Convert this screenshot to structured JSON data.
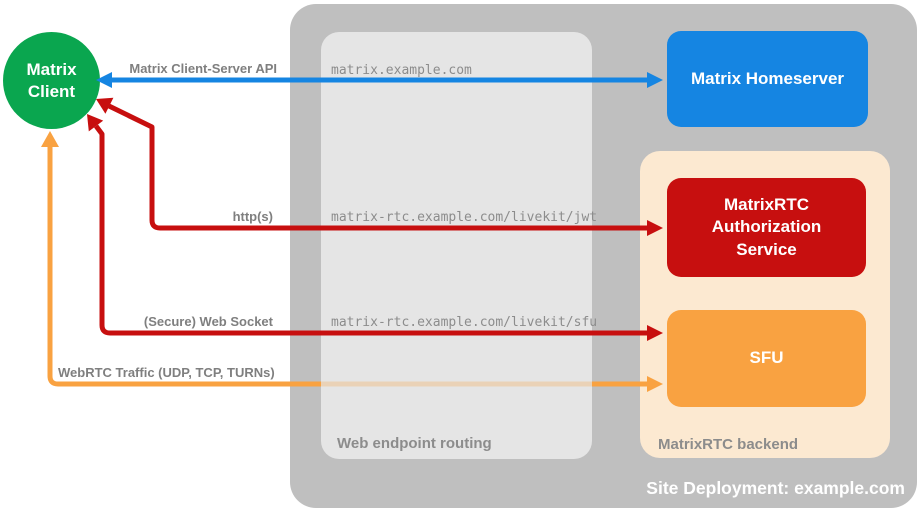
{
  "colors": {
    "blue": "#1585e2",
    "red": "#c70f0f",
    "orange": "#f9a241",
    "green": "#0aa64f",
    "outer_gray": "#bfbfbf",
    "routing_gray": "#e5e5e5",
    "backend_peach": "#fce9d1"
  },
  "client": {
    "line1": "Matrix",
    "line2": "Client"
  },
  "nodes": {
    "homeserver": "Matrix Homeserver",
    "auth_service": "MatrixRTC Authorization Service",
    "sfu": "SFU"
  },
  "groups": {
    "deployment": "Site Deployment: example.com",
    "routing": "Web endpoint routing",
    "backend": "MatrixRTC backend"
  },
  "endpoints": {
    "homeserver": "matrix.example.com",
    "jwt": "matrix-rtc.example.com/livekit/jwt",
    "sfu": "matrix-rtc.example.com/livekit/sfu"
  },
  "edge_labels": {
    "cs_api": "Matrix Client-Server API",
    "https": "http(s)",
    "websocket": "(Secure) Web Socket",
    "webrtc": "WebRTC Traffic (UDP, TCP, TURNs)"
  }
}
